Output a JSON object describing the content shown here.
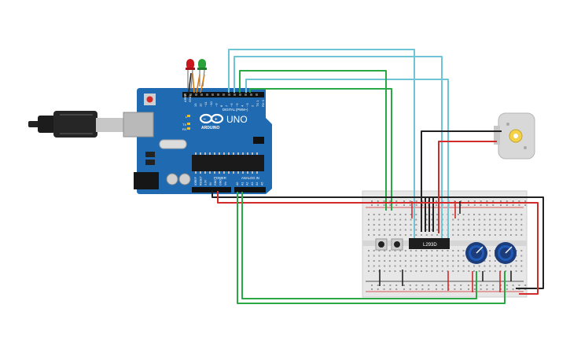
{
  "arduino": {
    "brand": "ARDUINO",
    "model": "UNO",
    "digital_label": "DIGITAL (PWM~)",
    "analog_label": "ANALOG IN",
    "power_label": "POWER",
    "aref": "AREF",
    "gnd": "GND",
    "tx": "TX",
    "rx": "RX",
    "l": "L",
    "digital_pins": [
      "13",
      "12",
      "~11",
      "~10",
      "~9",
      "8",
      "7",
      "~6",
      "~5",
      "4",
      "~3",
      "2",
      "TX 1",
      "RX 0"
    ],
    "power_pins": [
      "IOREF",
      "RESET",
      "3.3V",
      "5V",
      "GND",
      "GND",
      "Vin"
    ],
    "analog_pins": [
      "A0",
      "A1",
      "A2",
      "A3",
      "A4",
      "A5"
    ]
  },
  "ic": {
    "label": "L293D"
  },
  "colors": {
    "board": "#1f6ab0",
    "wire_cyan": "#6fc4d6",
    "wire_green": "#2aa845",
    "wire_red": "#d32a2a",
    "wire_black": "#222222",
    "wire_orange": "#d97f14",
    "led_red": "#c8181e",
    "led_green": "#27a33a"
  }
}
